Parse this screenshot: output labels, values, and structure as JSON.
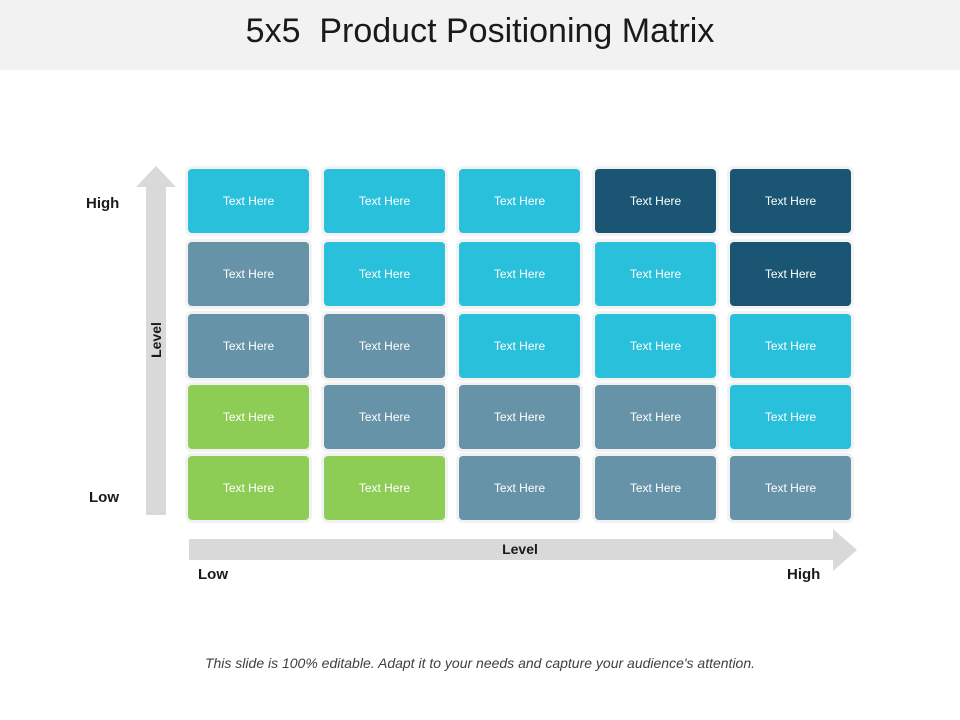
{
  "title": "5x5  Product Positioning Matrix",
  "y_axis": {
    "label": "Level",
    "high": "High",
    "low": "Low"
  },
  "x_axis": {
    "label": "Level",
    "low": "Low",
    "high": "High"
  },
  "colors": {
    "light_blue": "#29c0dc",
    "dark_blue": "#1a5673",
    "steel": "#6793a8",
    "green": "#8ecd55",
    "arrow": "#d9d9d9"
  },
  "grid": {
    "rows": [
      {
        "cells": [
          {
            "text": "Text Here",
            "color": "light_blue"
          },
          {
            "text": "Text Here",
            "color": "light_blue"
          },
          {
            "text": "Text Here",
            "color": "light_blue"
          },
          {
            "text": "Text Here",
            "color": "dark_blue"
          },
          {
            "text": "Text Here",
            "color": "dark_blue"
          }
        ]
      },
      {
        "cells": [
          {
            "text": "Text Here",
            "color": "steel"
          },
          {
            "text": "Text Here",
            "color": "light_blue"
          },
          {
            "text": "Text Here",
            "color": "light_blue"
          },
          {
            "text": "Text Here",
            "color": "light_blue"
          },
          {
            "text": "Text Here",
            "color": "dark_blue"
          }
        ]
      },
      {
        "cells": [
          {
            "text": "Text Here",
            "color": "steel"
          },
          {
            "text": "Text Here",
            "color": "steel"
          },
          {
            "text": "Text Here",
            "color": "light_blue"
          },
          {
            "text": "Text Here",
            "color": "light_blue"
          },
          {
            "text": "Text Here",
            "color": "light_blue"
          }
        ]
      },
      {
        "cells": [
          {
            "text": "Text Here",
            "color": "green"
          },
          {
            "text": "Text Here",
            "color": "steel"
          },
          {
            "text": "Text Here",
            "color": "steel"
          },
          {
            "text": "Text Here",
            "color": "steel"
          },
          {
            "text": "Text Here",
            "color": "light_blue"
          }
        ]
      },
      {
        "cells": [
          {
            "text": "Text Here",
            "color": "green"
          },
          {
            "text": "Text Here",
            "color": "green"
          },
          {
            "text": "Text Here",
            "color": "steel"
          },
          {
            "text": "Text Here",
            "color": "steel"
          },
          {
            "text": "Text Here",
            "color": "steel"
          }
        ]
      }
    ]
  },
  "footer": "This slide is 100% editable. Adapt it to your needs and capture your audience's attention."
}
